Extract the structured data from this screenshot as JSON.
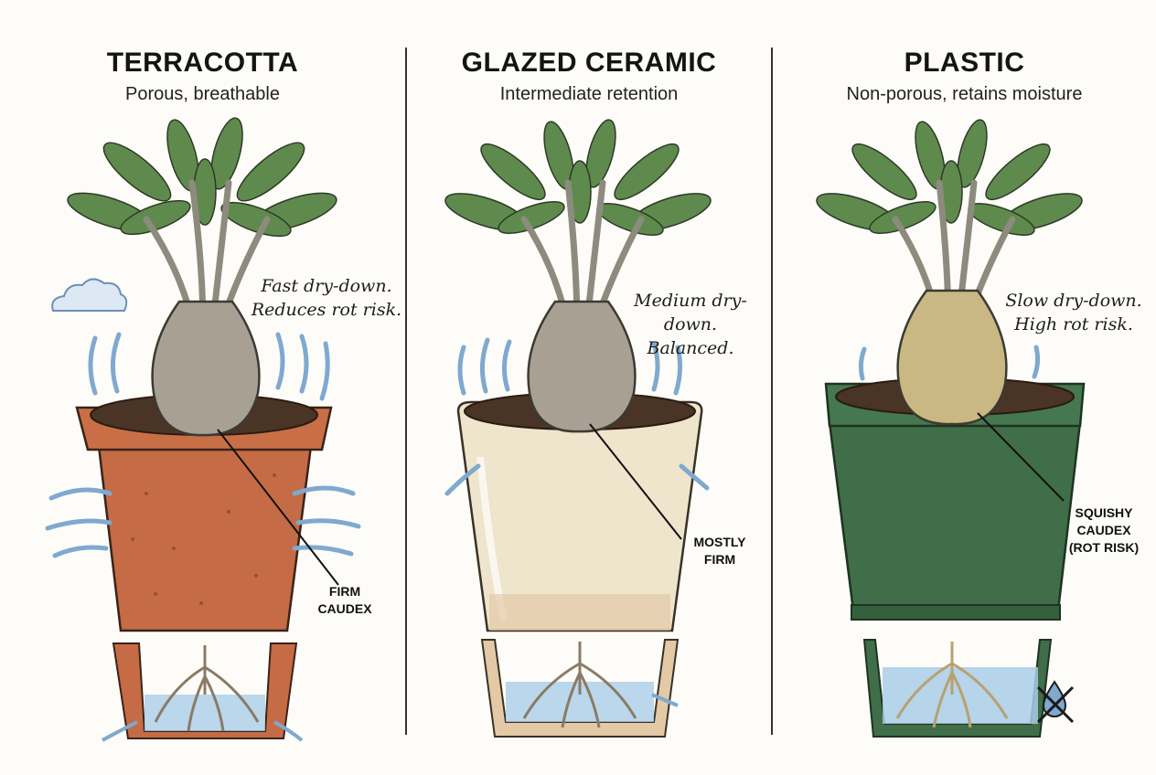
{
  "panels": [
    {
      "title": "TERRACOTTA",
      "subtitle": "Porous, breathable",
      "note_line1": "Fast dry-down.",
      "note_line2": "Reduces rot risk.",
      "callout_line1": "FIRM",
      "callout_line2": "CAUDEX",
      "pot_color": "#c56b45",
      "soil_color": "#4a3426",
      "caudex_color": "#a8a193"
    },
    {
      "title": "GLAZED CERAMIC",
      "subtitle": "Intermediate retention",
      "note_line1": "Medium dry-down.",
      "note_line2": "Balanced.",
      "callout_line1": "MOSTLY",
      "callout_line2": "FIRM",
      "pot_color": "#efe4cc",
      "soil_color": "#4a3426",
      "caudex_color": "#a8a193"
    },
    {
      "title": "PLASTIC",
      "subtitle": "Non-porous, retains moisture",
      "note_line1": "Slow dry-down.",
      "note_line2": "High rot risk.",
      "callout_line1": "SQUISHY",
      "callout_line2": "CAUDEX",
      "callout_line3": "(ROT RISK)",
      "pot_color": "#3f6e48",
      "soil_color": "#4a3426",
      "caudex_color": "#c9b883"
    }
  ],
  "colors": {
    "leaf": "#5f8a4e",
    "arrow": "#7fa9cf",
    "water": "#a9cde8",
    "root": "#8a7b66"
  },
  "icons": [
    "cloud-icon",
    "evaporation-arrow-icon",
    "no-drainage-icon"
  ]
}
